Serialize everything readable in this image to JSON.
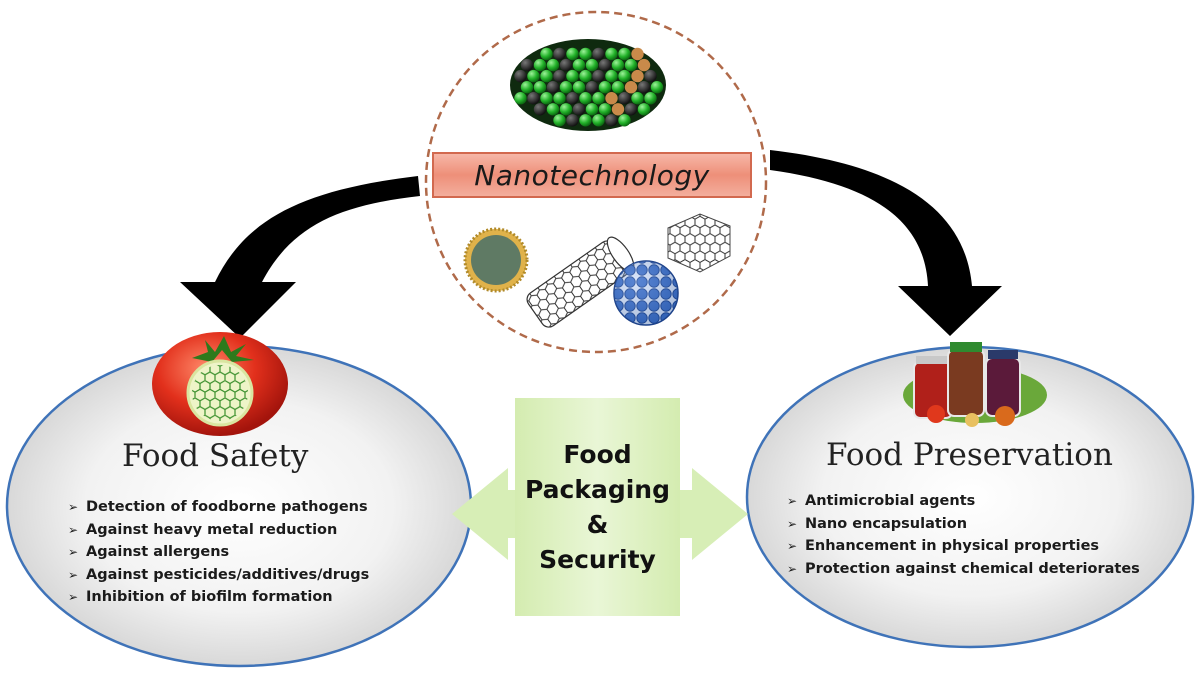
{
  "title": "Nanotechnology",
  "center": {
    "lines": [
      "Food",
      "Packaging",
      "&",
      "Security"
    ]
  },
  "left": {
    "heading": "Food Safety",
    "items": [
      "Detection of foodborne pathogens",
      "Against heavy metal reduction",
      "Against allergens",
      "Against pesticides/additives/drugs",
      "Inhibition of biofilm formation"
    ]
  },
  "right": {
    "heading": "Food Preservation",
    "items": [
      "Antimicrobial agents",
      "Nano encapsulation",
      "Enhancement in physical properties",
      "Protection against chemical deteriorates"
    ]
  },
  "bullet_glyph": "➢",
  "colors": {
    "circle_border": "#b06a4a",
    "ellipse_border": "#3f73b8",
    "banner": "#ef9680",
    "arrow": "#000000",
    "center_box": "#dcefc4",
    "double_arrow": "#cfeaa9"
  },
  "icons": [
    "nanoparticle-cluster-icon",
    "core-shell-particle-icon",
    "nanotube-icon",
    "fullerene-icon",
    "graphene-sheet-icon",
    "tomato-icon",
    "preserved-food-jars-icon"
  ]
}
